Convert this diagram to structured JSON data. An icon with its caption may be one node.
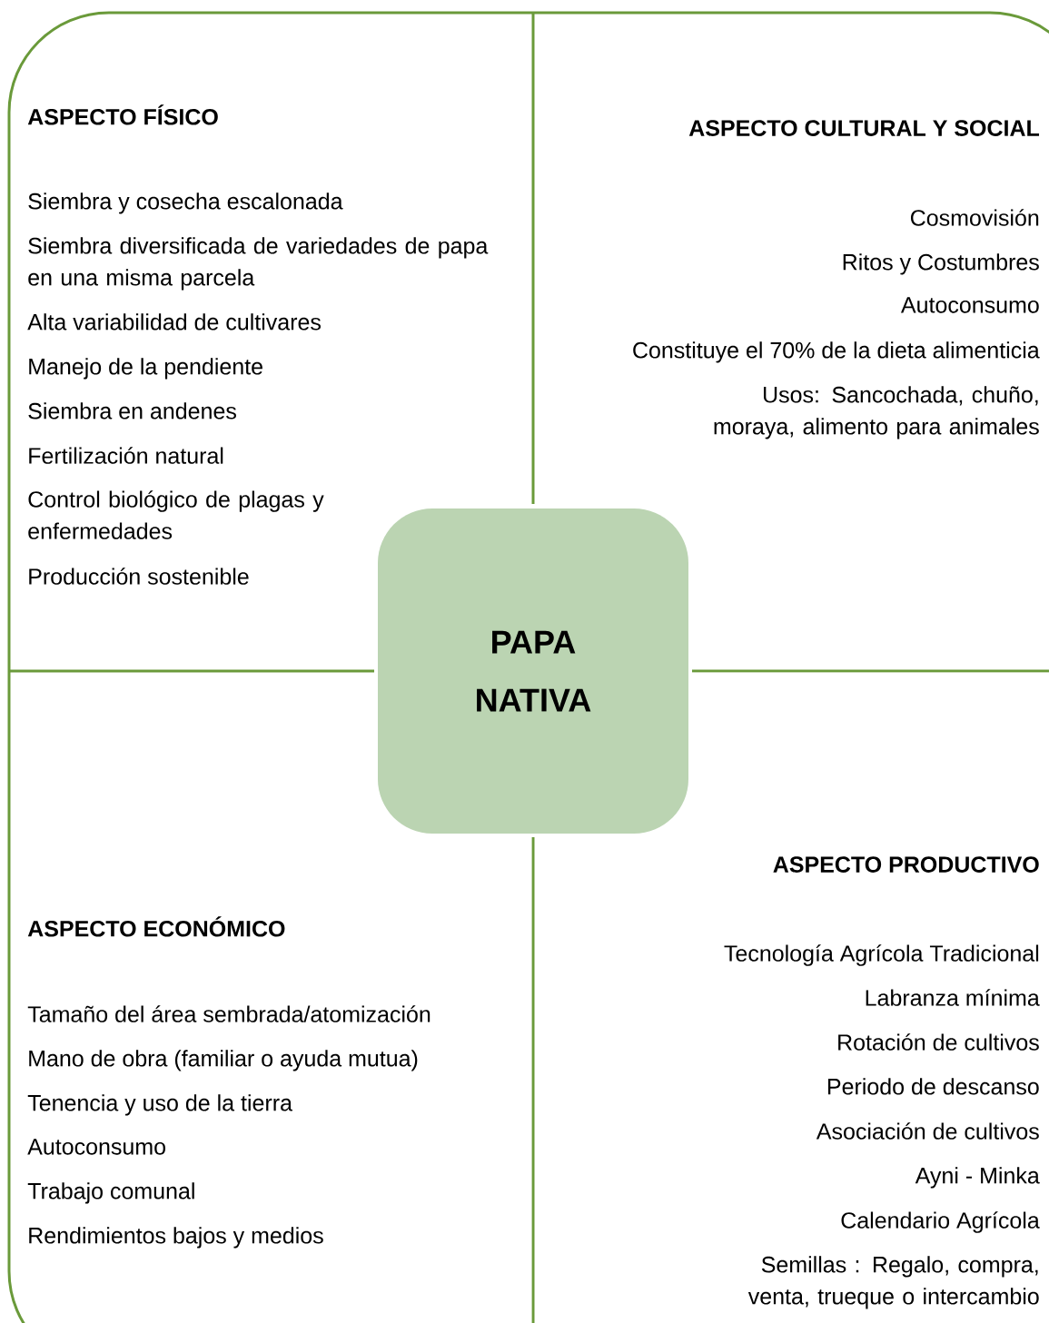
{
  "diagram": {
    "nodes": [
      {
        "text": [
          "PAPA NATIVA"
        ]
      }
    ],
    "labels": [
      "ASPECTO FÍSICO",
      "Siembra y cosecha escalonada",
      "Siembra diversificada de variedades de papa en una misma parcela",
      "Alta variabilidad de cultivares",
      "Manejo de la pendiente",
      "Siembra en andenes",
      "Fertilización natural",
      "Control biológico de plagas y enfermedades",
      "Producción sostenible",
      "ASPECTO CULTURAL Y SOCIAL",
      "Cosmovisión",
      "Ritos y Costumbres",
      "Autoconsumo",
      "Constituye el 70% de la dieta alimenticia",
      "Usos: Sancochada, chuño, moraya, alimento para animales",
      "ASPECTO ECONÓMICO",
      "Tamaño del área sembrada/atomización",
      "Mano de obra (familiar o ayuda mutua)",
      "Tenencia y uso de la tierra",
      "Autoconsumo",
      "Trabajo comunal",
      "Rendimientos bajos y medios",
      "ASPECTO PRODUCTIVO",
      "Tecnología Agrícola Tradicional",
      "Labranza mínima",
      "Rotación de cultivos",
      "Periodo de descanso",
      "Asociación de cultivos",
      "Ayni - Minka",
      "Calendario Agrícola",
      "Semillas : Regalo, compra, venta, trueque o intercambio"
    ]
  }
}
